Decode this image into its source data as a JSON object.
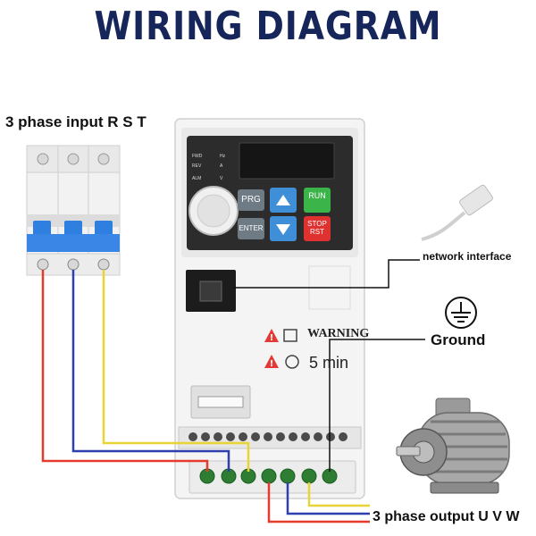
{
  "title": "WIRING DIAGRAM",
  "labels": {
    "input": "3 phase input R S T",
    "network": "network interface",
    "ground": "Ground",
    "output": "3 phase output U V W"
  },
  "panel": {
    "warning": "WARNING",
    "time": "5 min",
    "keys": {
      "prg": "PRG",
      "enter": "ENTER",
      "run": "RUN",
      "stop": "STOP",
      "rst": "RST"
    },
    "indicators": {
      "fwd": "FWD",
      "rev": "REV",
      "alm": "ALM",
      "hz": "Hz",
      "a": "A",
      "v": "V"
    }
  },
  "colors": {
    "title": "#16255a",
    "red_wire": "#e53a2c",
    "blue_wire": "#2f3fae",
    "yellow_wire": "#e8d437",
    "breaker_blue": "#2f7fe0"
  }
}
